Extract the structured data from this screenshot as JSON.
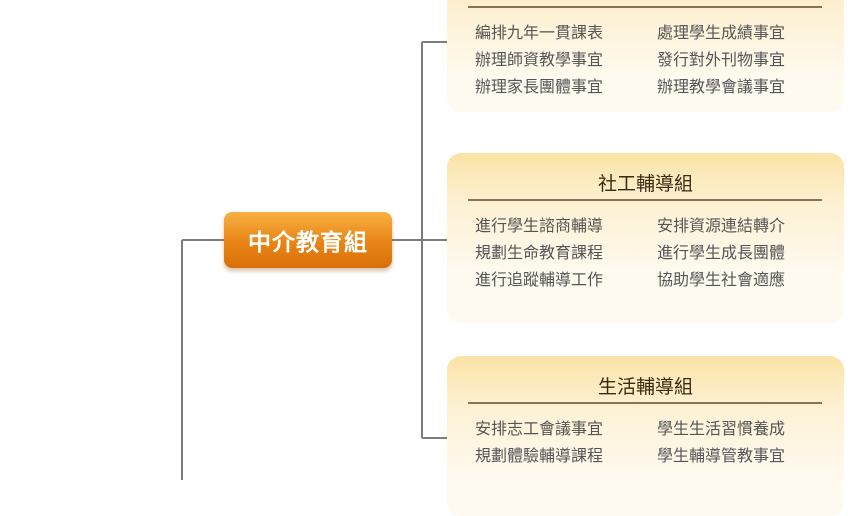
{
  "center": {
    "label": "中介教育組"
  },
  "cards": [
    {
      "title": "",
      "duties": [
        "編排九年一貫課表",
        "處理學生成績事宜",
        "辦理師資教學事宜",
        "發行對外刊物事宜",
        "辦理家長團體事宜",
        "辦理教學會議事宜"
      ]
    },
    {
      "title": "社工輔導組",
      "duties": [
        "進行學生諮商輔導",
        "安排資源連結轉介",
        "規劃生命教育課程",
        "進行學生成長團體",
        "進行追蹤輔導工作",
        "協助學生社會適應"
      ]
    },
    {
      "title": "生活輔導組",
      "duties": [
        "安排志工會議事宜",
        "學生生活習慣養成",
        "規劃體驗輔導課程",
        "學生輔導管教事宜"
      ]
    }
  ]
}
